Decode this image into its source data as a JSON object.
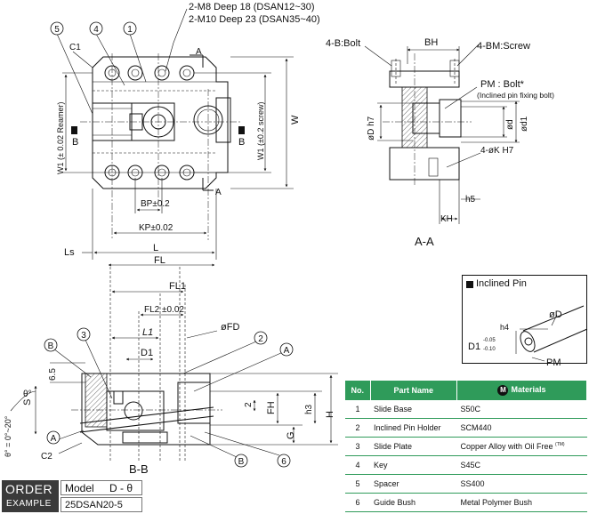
{
  "callouts": {
    "thread1": "2-M8 Deep 18 (DSAN12~30)",
    "thread2": "2-M10 Deep 23 (DSAN35~40)",
    "bolt": "4-B:Bolt",
    "screw": "4-BM:Screw",
    "bh": "BH",
    "pm_bolt": "PM : Bolt*",
    "pm_note": "(Inclined pin fixing bolt)",
    "phi_d": "ød",
    "phi_d1": "ød1",
    "phi_dh7": "øD h7",
    "k": "4-øK H7",
    "h5": "h5",
    "kh": "KH",
    "section_aa": "A-A",
    "section_bb": "B-B"
  },
  "top_view": {
    "a": "A",
    "b": "B",
    "c1": "C1",
    "w1_reamer": "W1 (± 0.02 Reamer)",
    "w1_screw": "W1 (±0.2 screw)",
    "w": "W",
    "bp": "BP±0.2",
    "kp": "KP±0.02",
    "ls": "Ls",
    "l": "L",
    "fl": "FL",
    "bubbles": [
      "5",
      "4",
      "1"
    ]
  },
  "section_view": {
    "fl1": "FL1",
    "fl2": "FL2 ±0.02",
    "l1": "L1",
    "fd": "øFD",
    "d1": "D1",
    "six_five": "6.5",
    "s": "S",
    "two": "2",
    "fh": "FH",
    "h3": "h3",
    "h": "H",
    "g": "G",
    "c2": "C2",
    "theta": "θ°",
    "theta_range": "θ° = 0°~20°",
    "a": "A",
    "b": "B",
    "bubbles": [
      "3",
      "2",
      "6"
    ]
  },
  "pin_detail": {
    "title": "Inclined Pin",
    "d": "øD",
    "h4": "h4",
    "d1": "D1",
    "tol_upper": "-0.05",
    "tol_lower": "-0.10",
    "pm": "PM"
  },
  "materials": {
    "headers": [
      "No.",
      "Part Name",
      "Materials"
    ],
    "badge": "M",
    "rows": [
      {
        "no": "1",
        "part": "Slide Base",
        "material": "S50C"
      },
      {
        "no": "2",
        "part": "Inclined Pin Holder",
        "material": "SCM440"
      },
      {
        "no": "3",
        "part": "Slide Plate",
        "material": "Copper Alloy with Oil Free",
        "mark": "(TM)"
      },
      {
        "no": "4",
        "part": "Key",
        "material": "S45C"
      },
      {
        "no": "5",
        "part": "Spacer",
        "material": "SS400"
      },
      {
        "no": "6",
        "part": "Guide Bush",
        "material": "Metal Polymer Bush"
      }
    ]
  },
  "order": {
    "label1": "ORDER",
    "label2": "EXAMPLE",
    "model_label": "Model",
    "model_code": "D - θ",
    "example": "25DSAN20-5"
  }
}
